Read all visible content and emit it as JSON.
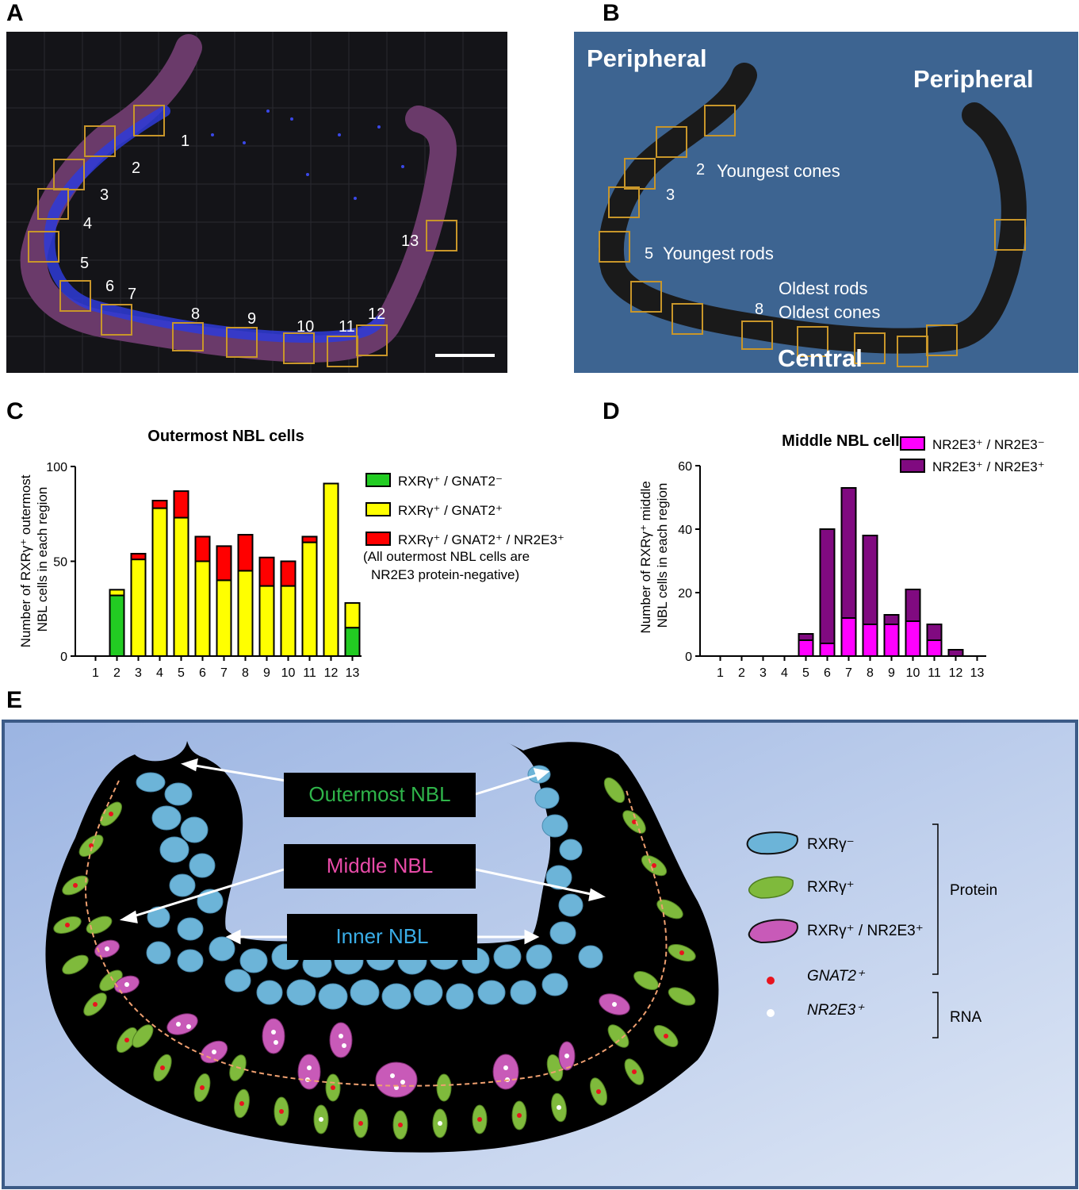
{
  "panels": {
    "a": {
      "letter": "A",
      "region_labels": [
        "1",
        "2",
        "3",
        "4",
        "5",
        "6",
        "7",
        "8",
        "9",
        "10",
        "11",
        "12",
        "13"
      ],
      "colors": {
        "bg": "#141418",
        "box": "#c8962a",
        "tissue": "#6a3a6a",
        "nuclei": "#2e3bd8"
      }
    },
    "b": {
      "letter": "B",
      "peripheral_left": "Peripheral",
      "peripheral_right": "Peripheral",
      "central": "Central",
      "annotations": {
        "n2": "2",
        "youngest_cones": "Youngest cones",
        "n3": "3",
        "n5": "5",
        "youngest_rods": "Youngest rods",
        "oldest_rods": "Oldest rods",
        "n8": "8",
        "oldest_cones": "Oldest cones"
      },
      "colors": {
        "bg": "#3d6491",
        "tissue": "#1a1a1a",
        "box": "#c8962a"
      }
    },
    "c": {
      "letter": "C",
      "note_line1": "(All outermost NBL cells are",
      "note_line2": "NR2E3 protein-negative)"
    },
    "d": {
      "letter": "D"
    },
    "e": {
      "letter": "E",
      "labels": {
        "outermost": "Outermost NBL",
        "middle": "Middle NBL",
        "inner": "Inner NBL"
      },
      "legend": {
        "rxrg_neg": "RXRγ⁻",
        "rxrg_pos": "RXRγ⁺",
        "rxrg_nr2e3": "RXRγ⁺ / NR2E3⁺",
        "gnat2": "GNAT2⁺",
        "nr2e3": "NR2E3⁺",
        "protein": "Protein",
        "rna": "RNA"
      },
      "colors": {
        "inner_cell": "#6cb4d8",
        "green_cell": "#7fba3c",
        "magenta_cell": "#c85ab8",
        "gnat2_dot": "#e8141e",
        "nr2e3_dot": "#ffffff",
        "tissue": "#000000"
      }
    }
  },
  "chart_data": [
    {
      "type": "bar",
      "stacked": true,
      "title": "Outermost NBL cells",
      "ylabel": "Number of RXRγ⁺ outermost NBL cells in each region",
      "xlabel": "",
      "ylim": [
        0,
        100
      ],
      "yticks": [
        0,
        50,
        100
      ],
      "categories": [
        "1",
        "2",
        "3",
        "4",
        "5",
        "6",
        "7",
        "8",
        "9",
        "10",
        "11",
        "12",
        "13"
      ],
      "series": [
        {
          "name": "RXRγ⁺ / GNAT2⁻",
          "color": "#22cc22",
          "values": [
            0,
            32,
            0,
            0,
            0,
            0,
            0,
            0,
            0,
            0,
            0,
            0,
            15
          ]
        },
        {
          "name": "RXRγ⁺ / GNAT2⁺",
          "color": "#ffff00",
          "values": [
            0,
            3,
            51,
            78,
            73,
            50,
            40,
            45,
            37,
            37,
            60,
            91,
            13
          ]
        },
        {
          "name": "RXRγ⁺ / GNAT2⁺ / NR2E3⁺",
          "color": "#ff0000",
          "values": [
            0,
            0,
            3,
            4,
            14,
            13,
            18,
            19,
            15,
            13,
            3,
            0,
            0
          ]
        }
      ],
      "legend_position": "right"
    },
    {
      "type": "bar",
      "stacked": true,
      "title": "Middle NBL cells",
      "ylabel": "Number of RXRγ⁺ middle NBL cells in each region",
      "xlabel": "",
      "ylim": [
        0,
        60
      ],
      "yticks": [
        0,
        20,
        40,
        60
      ],
      "categories": [
        "1",
        "2",
        "3",
        "4",
        "5",
        "6",
        "7",
        "8",
        "9",
        "10",
        "11",
        "12",
        "13"
      ],
      "series": [
        {
          "name": "NR2E3⁺ / NR2E3⁻",
          "color": "#ff00ff",
          "values": [
            0,
            0,
            0,
            0,
            5,
            4,
            12,
            10,
            10,
            11,
            5,
            0,
            0
          ]
        },
        {
          "name": "NR2E3⁺ / NR2E3⁺",
          "color": "#800a80",
          "values": [
            0,
            0,
            0,
            0,
            2,
            36,
            41,
            28,
            3,
            10,
            5,
            2,
            0
          ]
        }
      ],
      "legend_position": "top-right"
    }
  ]
}
